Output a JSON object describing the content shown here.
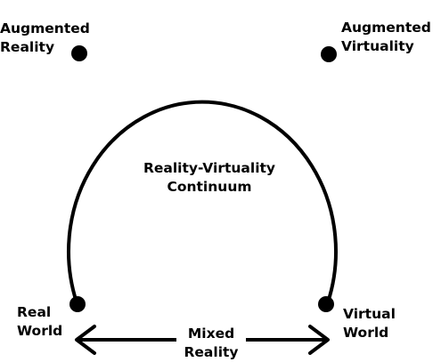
{
  "diagram": {
    "center_label": [
      "Reality-Virtuality",
      "Continuum"
    ],
    "nodes": {
      "augmented_reality": [
        "Augmented",
        "Reality"
      ],
      "augmented_virtuality": [
        "Augmented",
        "Virtuality"
      ],
      "real_world": [
        "Real",
        "World"
      ],
      "virtual_world": [
        "Virtual",
        "World"
      ]
    },
    "mixed_reality_label": [
      "Mixed",
      "Reality"
    ],
    "stroke_color": "#000000",
    "background_color": "#ffffff"
  }
}
